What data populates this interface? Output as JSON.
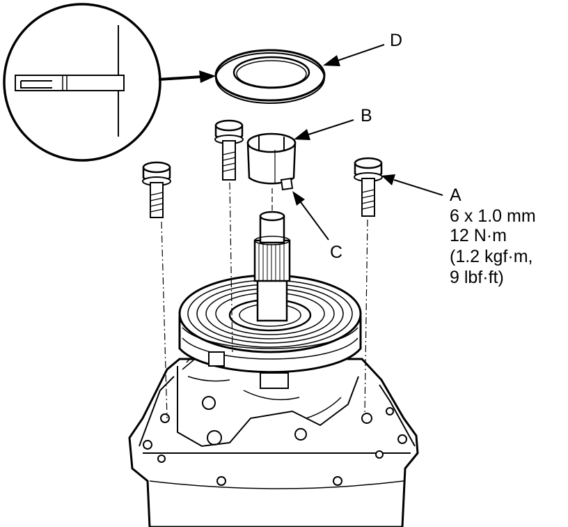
{
  "callouts": {
    "a": "A",
    "b": "B",
    "c": "C",
    "d": "D"
  },
  "bolt_spec": {
    "line1": "6 x 1.0 mm",
    "line2": "12 N·m",
    "line3": "(1.2 kgf·m,",
    "line4": "9 lbf·ft)"
  },
  "colors": {
    "ink": "#000000",
    "paper": "#ffffff"
  }
}
